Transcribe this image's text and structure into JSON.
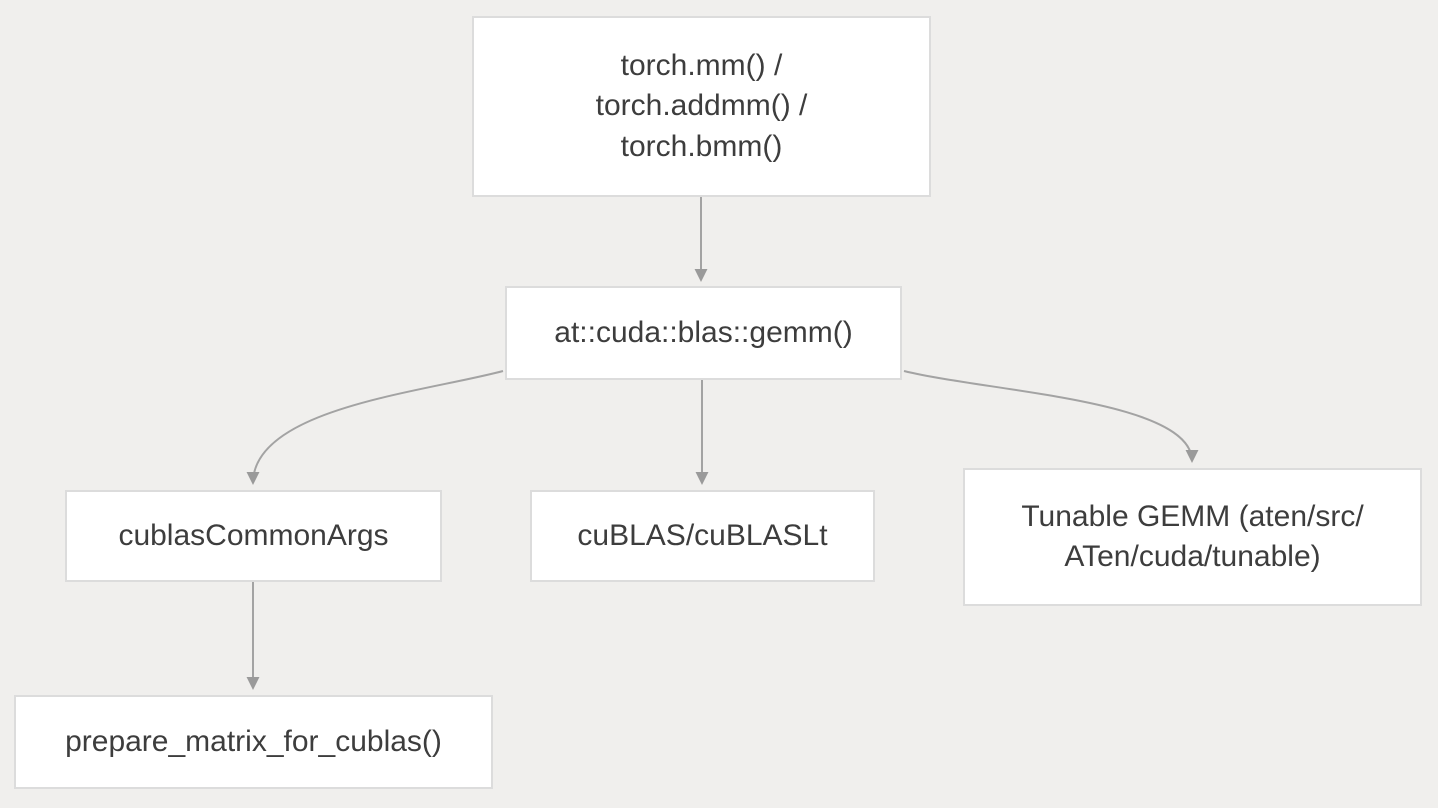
{
  "diagram": {
    "title": "PyTorch GEMM dispatch flowchart",
    "colors": {
      "background": "#f0efed",
      "node_fill": "#ffffff",
      "node_border": "#dcdcdc",
      "node_text": "#3d3d3d",
      "arrow_line": "#a3a3a3",
      "arrow_head": "#9a9a9a"
    },
    "nodes": [
      {
        "id": "torch-api",
        "label": "torch.mm() /\ntorch.addmm() /\ntorch.bmm()"
      },
      {
        "id": "gemm",
        "label": "at::cuda::blas::gemm()"
      },
      {
        "id": "common-args",
        "label": "cublasCommonArgs"
      },
      {
        "id": "cublas-lib",
        "label": "cuBLAS/cuBLASLt"
      },
      {
        "id": "tunable-gemm",
        "label": "Tunable GEMM (aten/src/\nATen/cuda/tunable)"
      },
      {
        "id": "prepare-matrix",
        "label": "prepare_matrix_for_cublas()"
      }
    ],
    "edges": [
      {
        "from": "torch-api",
        "to": "gemm"
      },
      {
        "from": "gemm",
        "to": "common-args"
      },
      {
        "from": "gemm",
        "to": "cublas-lib"
      },
      {
        "from": "gemm",
        "to": "tunable-gemm"
      },
      {
        "from": "common-args",
        "to": "prepare-matrix"
      }
    ]
  }
}
